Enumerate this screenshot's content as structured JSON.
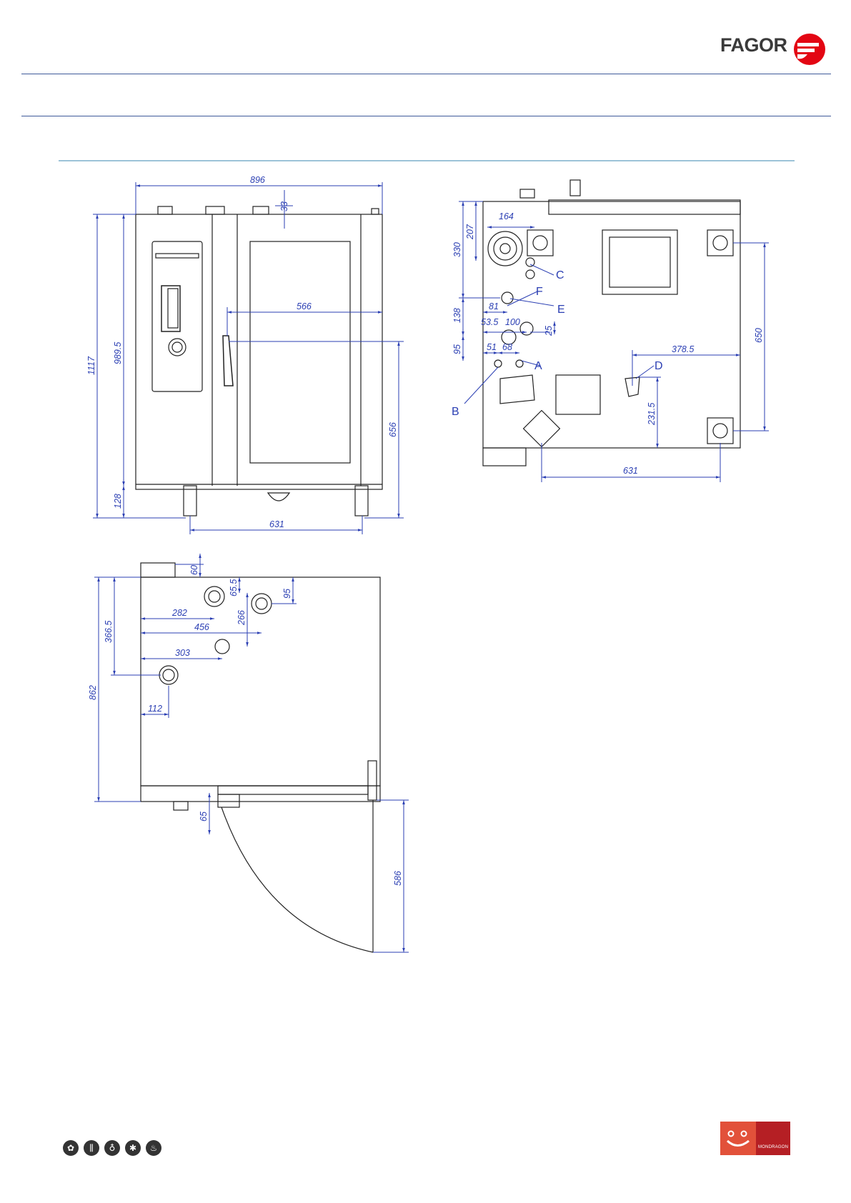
{
  "header": {
    "brand": "FAGOR",
    "brand_color": "#e30613",
    "rule_color": "#3e5a9a",
    "section_rule_color": "#9cc3d8"
  },
  "front_view": {
    "width_overall": "896",
    "top_connector_height": "33",
    "height_total": "1117",
    "height_body": "989.5",
    "feet_height": "128",
    "door_handle_width": "566",
    "handle_height": "656",
    "feet_spacing": "631"
  },
  "top_view": {
    "top_offset": "60",
    "conn_a": "65.5",
    "conn_b": "95",
    "depth_1": "366.5",
    "depth_total": "862",
    "x_282": "282",
    "x_456": "456",
    "y_266": "266",
    "x_303": "303",
    "x_112": "112",
    "door_offset": "65",
    "door_swing": "586"
  },
  "rear_view": {
    "dim_164": "164",
    "dim_207": "207",
    "dim_330": "330",
    "dim_81": "81",
    "dim_138": "138",
    "dim_53_5": "53.5",
    "dim_100": "100",
    "dim_25": "25",
    "dim_95": "95",
    "dim_51": "51",
    "dim_68": "68",
    "dim_378_5": "378.5",
    "dim_231_5": "231.5",
    "dim_650": "650",
    "dim_631": "631",
    "label_a": "A",
    "label_b": "B",
    "label_c": "C",
    "label_d": "D",
    "label_e": "E",
    "label_f": "F"
  },
  "footer": {
    "feature_icons": [
      "fan-icon",
      "heating-element-icon",
      "steam-drop-icon",
      "cooling-snowflake-icon",
      "washing-icon"
    ],
    "icon_glyphs": [
      "✿",
      "⫼",
      "♁",
      "✱",
      "♨"
    ],
    "partner": "MONDRAGON"
  }
}
